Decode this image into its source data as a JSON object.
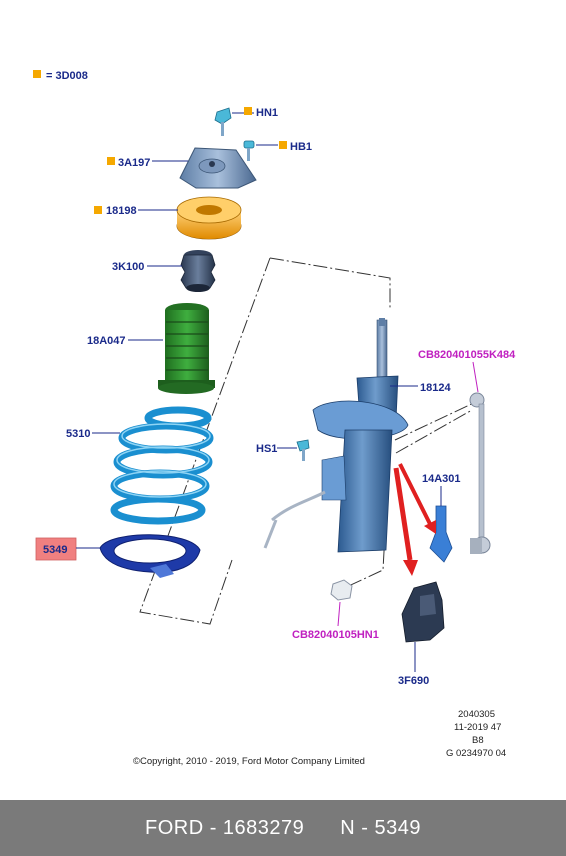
{
  "legend": {
    "symbol_color": "#f5a800",
    "text": "= 3D008"
  },
  "labels": {
    "hn1": "HN1",
    "hb1": "HB1",
    "a3a197": "3A197",
    "p18198": "18198",
    "p3k100": "3K100",
    "p18a047": "18A047",
    "p5310": "5310",
    "p5349": "5349",
    "hs1": "HS1",
    "p18124": "18124",
    "cb_k484": "CB820401055K484",
    "p14a301": "14A301",
    "cb_hn1": "CB82040105HN1",
    "p3f690": "3F690"
  },
  "info_block": [
    "2040305",
    "11-2019 47",
    "B8",
    "G 0234970 04"
  ],
  "copyright": "©Copyright, 2010 - 2019, Ford Motor Company Limited",
  "footer": {
    "left": "FORD - 1683279",
    "right": "N - 5349"
  },
  "colors": {
    "label_blue": "#1a2a8a",
    "label_magenta": "#c020c0",
    "highlight_box": "#f08080",
    "part_orange": "#f5a800",
    "part_green": "#2e8b2e",
    "spring_blue": "#1a8fd0",
    "strut_blue": "#3d6fa8",
    "arrow_red": "#e02020",
    "footer_bg": "#7a7a7a"
  }
}
